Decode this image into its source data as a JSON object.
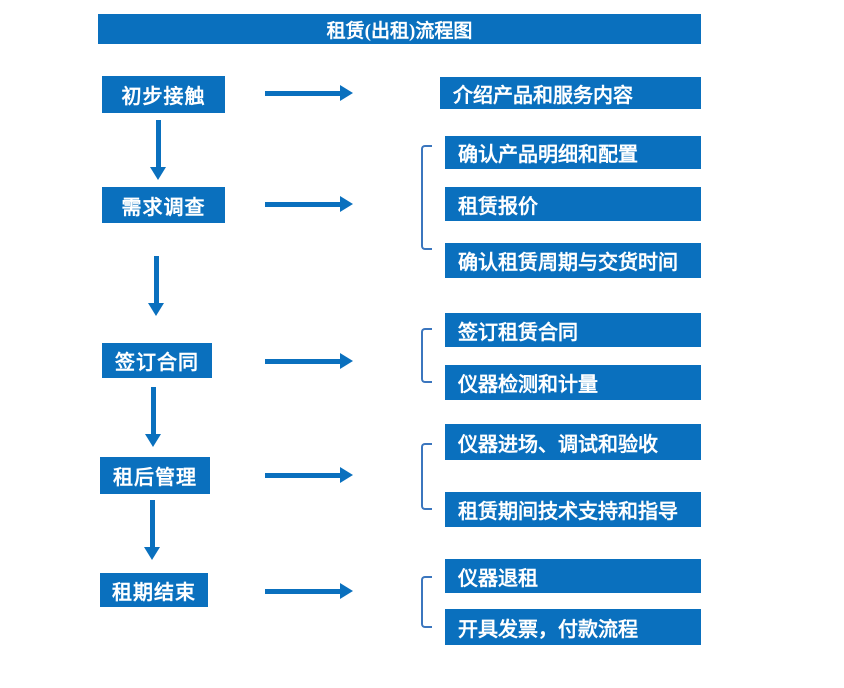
{
  "header": {
    "title": "租赁(出租)流程图"
  },
  "colors": {
    "primary_blue": "#0A70BE",
    "bracket_blue": "#3B76BE",
    "text_white": "#FFFFFF"
  },
  "flow": {
    "steps": [
      {
        "label": "初步接触",
        "details": [
          "介绍产品和服务内容"
        ]
      },
      {
        "label": "需求调查",
        "details": [
          "确认产品明细和配置",
          "租赁报价",
          "确认租赁周期与交货时间"
        ]
      },
      {
        "label": "签订合同",
        "details": [
          "签订租赁合同",
          "仪器检测和计量"
        ]
      },
      {
        "label": "租后管理",
        "details": [
          "仪器进场、调试和验收",
          "租赁期间技术支持和指导"
        ]
      },
      {
        "label": "租期结束",
        "details": [
          "仪器退租",
          "开具发票，付款流程"
        ]
      }
    ]
  }
}
